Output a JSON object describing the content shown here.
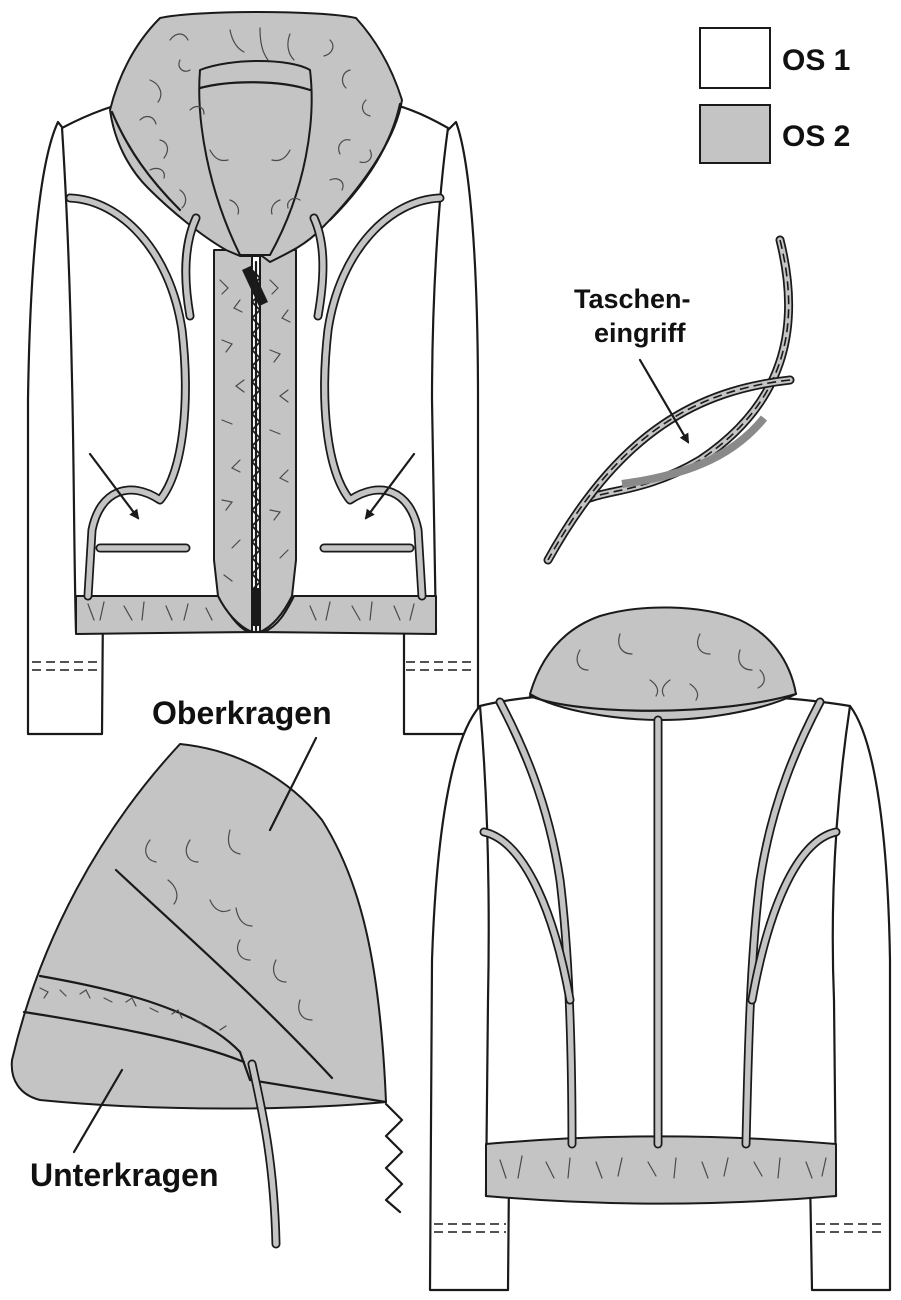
{
  "legend": {
    "items": [
      {
        "label": "OS 1",
        "color": "#ffffff"
      },
      {
        "label": "OS 2",
        "color": "#c4c4c4"
      }
    ]
  },
  "labels": {
    "pocket_opening": [
      "Taschen-",
      "eingriff"
    ],
    "upper_collar": "Oberkragen",
    "under_collar": "Unterkragen"
  },
  "colors": {
    "outline": "#1a1a1a",
    "fabric_os2": "#c4c4c4",
    "fabric_os1": "#ffffff",
    "pocket_bag_accent": "#8a8a8a"
  }
}
